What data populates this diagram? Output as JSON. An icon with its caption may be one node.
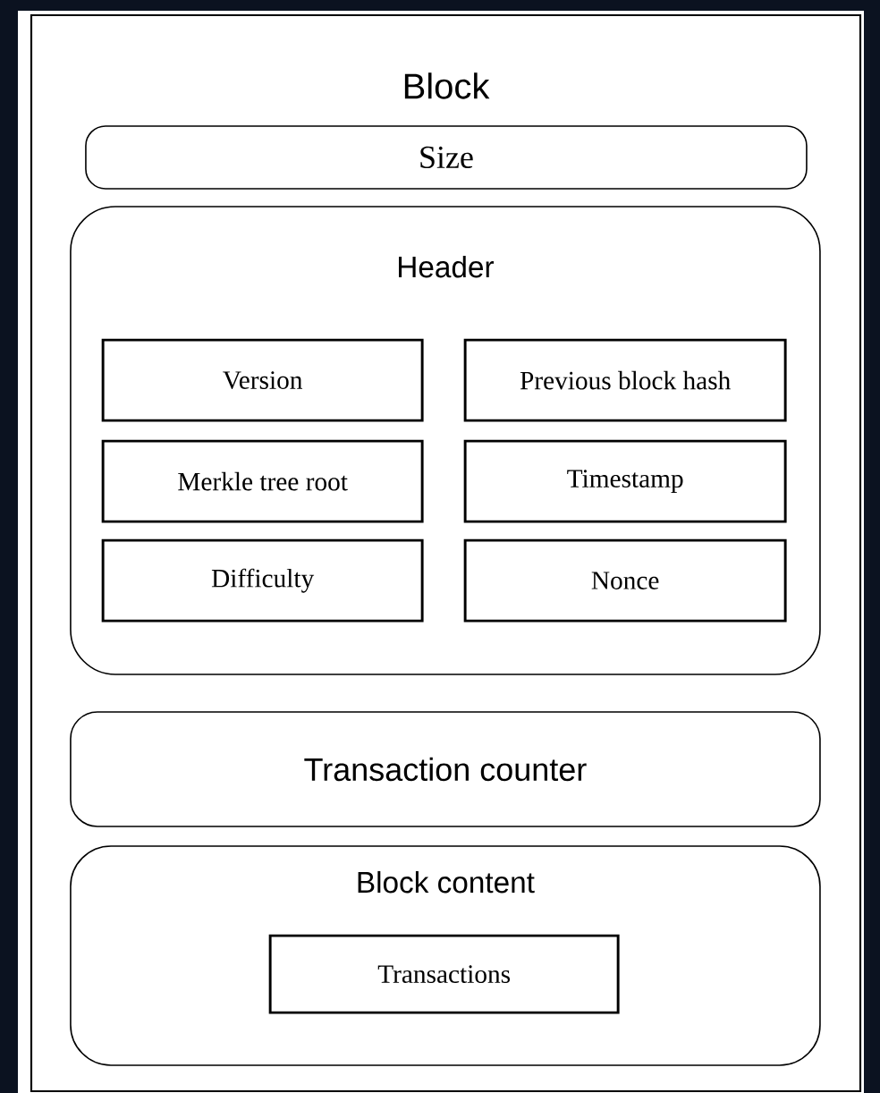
{
  "diagram": {
    "nodes": [
      {
        "text": [
          "Block"
        ]
      },
      {
        "text": [
          "Size"
        ],
        "in": 0
      },
      {
        "text": [
          "Header"
        ],
        "in": 0
      },
      {
        "text": [
          "Version"
        ],
        "in": 2
      },
      {
        "text": [
          "Previous block hash"
        ],
        "in": 2
      },
      {
        "text": [
          "Merkle tree root"
        ],
        "in": 2
      },
      {
        "text": [
          "Timestamp"
        ],
        "in": 2
      },
      {
        "text": [
          "Difficulty"
        ],
        "in": 2
      },
      {
        "text": [
          "Nonce"
        ],
        "in": 2
      },
      {
        "text": [
          "Transaction counter"
        ],
        "in": 0
      },
      {
        "text": [
          "Block content"
        ],
        "in": 0
      },
      {
        "text": [
          "Transactions"
        ],
        "in": 10
      }
    ]
  }
}
